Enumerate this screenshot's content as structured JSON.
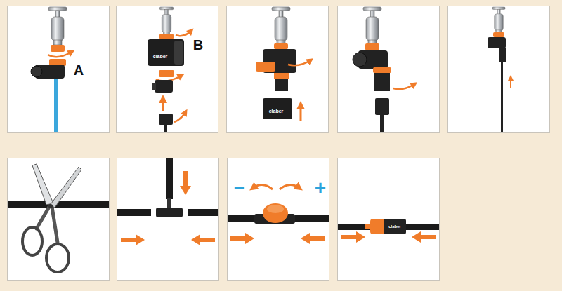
{
  "diagram": {
    "labels": [
      "A",
      "B",
      "claber",
      "claber",
      "−",
      "+",
      "claber"
    ]
  }
}
